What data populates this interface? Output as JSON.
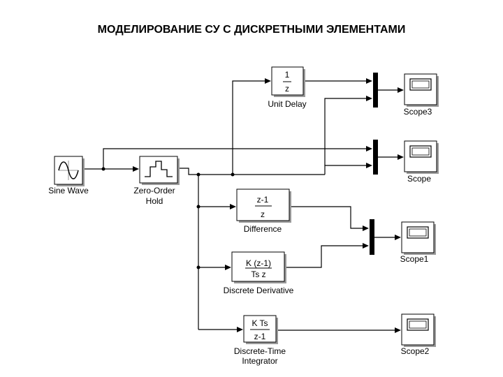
{
  "title": "МОДЕЛИРОВАНИЕ СУ С ДИСКРЕТНЫМИ ЭЛЕМЕНТАМИ",
  "blocks": {
    "sine_wave": {
      "label": "Sine Wave"
    },
    "zoh": {
      "label_line1": "Zero-Order",
      "label_line2": "Hold"
    },
    "unit_delay": {
      "num": "1",
      "den": "z",
      "label": "Unit Delay"
    },
    "difference": {
      "num": "z-1",
      "den": "z",
      "label": "Difference"
    },
    "discrete_derivative": {
      "num": "K (z-1)",
      "den": "Ts z",
      "label": "Discrete Derivative"
    },
    "discrete_integrator": {
      "num": "K Ts",
      "den": "z-1",
      "label_line1": "Discrete-Time",
      "label_line2": "Integrator"
    },
    "scope3": {
      "label": "Scope3"
    },
    "scope": {
      "label": "Scope"
    },
    "scope1": {
      "label": "Scope1"
    },
    "scope2": {
      "label": "Scope2"
    }
  }
}
